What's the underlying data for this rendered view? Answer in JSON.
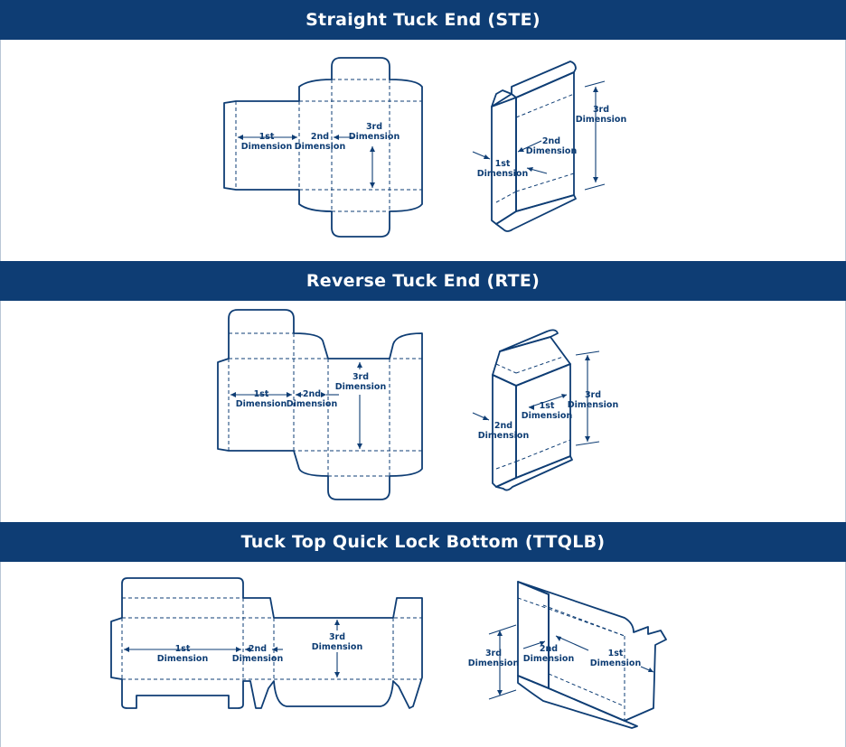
{
  "sections": [
    {
      "title": "Straight Tuck End (STE)",
      "flat_labels": {
        "first": [
          "1st",
          "Dimension"
        ],
        "second": [
          "2nd",
          "Dimension"
        ],
        "third": [
          "3rd",
          "Dimension"
        ]
      },
      "box_labels": {
        "first": [
          "1st",
          "Dimension"
        ],
        "second": [
          "2nd",
          "Dimension"
        ],
        "third": [
          "3rd",
          "Dimension"
        ]
      }
    },
    {
      "title": "Reverse Tuck End (RTE)",
      "flat_labels": {
        "first": [
          "1st",
          "Dimension"
        ],
        "second": [
          "2nd",
          "Dimension"
        ],
        "third": [
          "3rd",
          "Dimension"
        ]
      },
      "box_labels": {
        "first": [
          "1st",
          "Dimension"
        ],
        "second": [
          "2nd",
          "Dimension"
        ],
        "third": [
          "3rd",
          "Dimension"
        ]
      }
    },
    {
      "title": "Tuck Top Quick Lock Bottom (TTQLB)",
      "flat_labels": {
        "first": [
          "1st",
          "Dimension"
        ],
        "second": [
          "2nd",
          "Dimension"
        ],
        "third": [
          "3rd",
          "Dimension"
        ]
      },
      "box_labels": {
        "first": [
          "1st",
          "Dimension"
        ],
        "second": [
          "2nd",
          "Dimension"
        ],
        "third": [
          "3rd",
          "Dimension"
        ]
      }
    }
  ]
}
